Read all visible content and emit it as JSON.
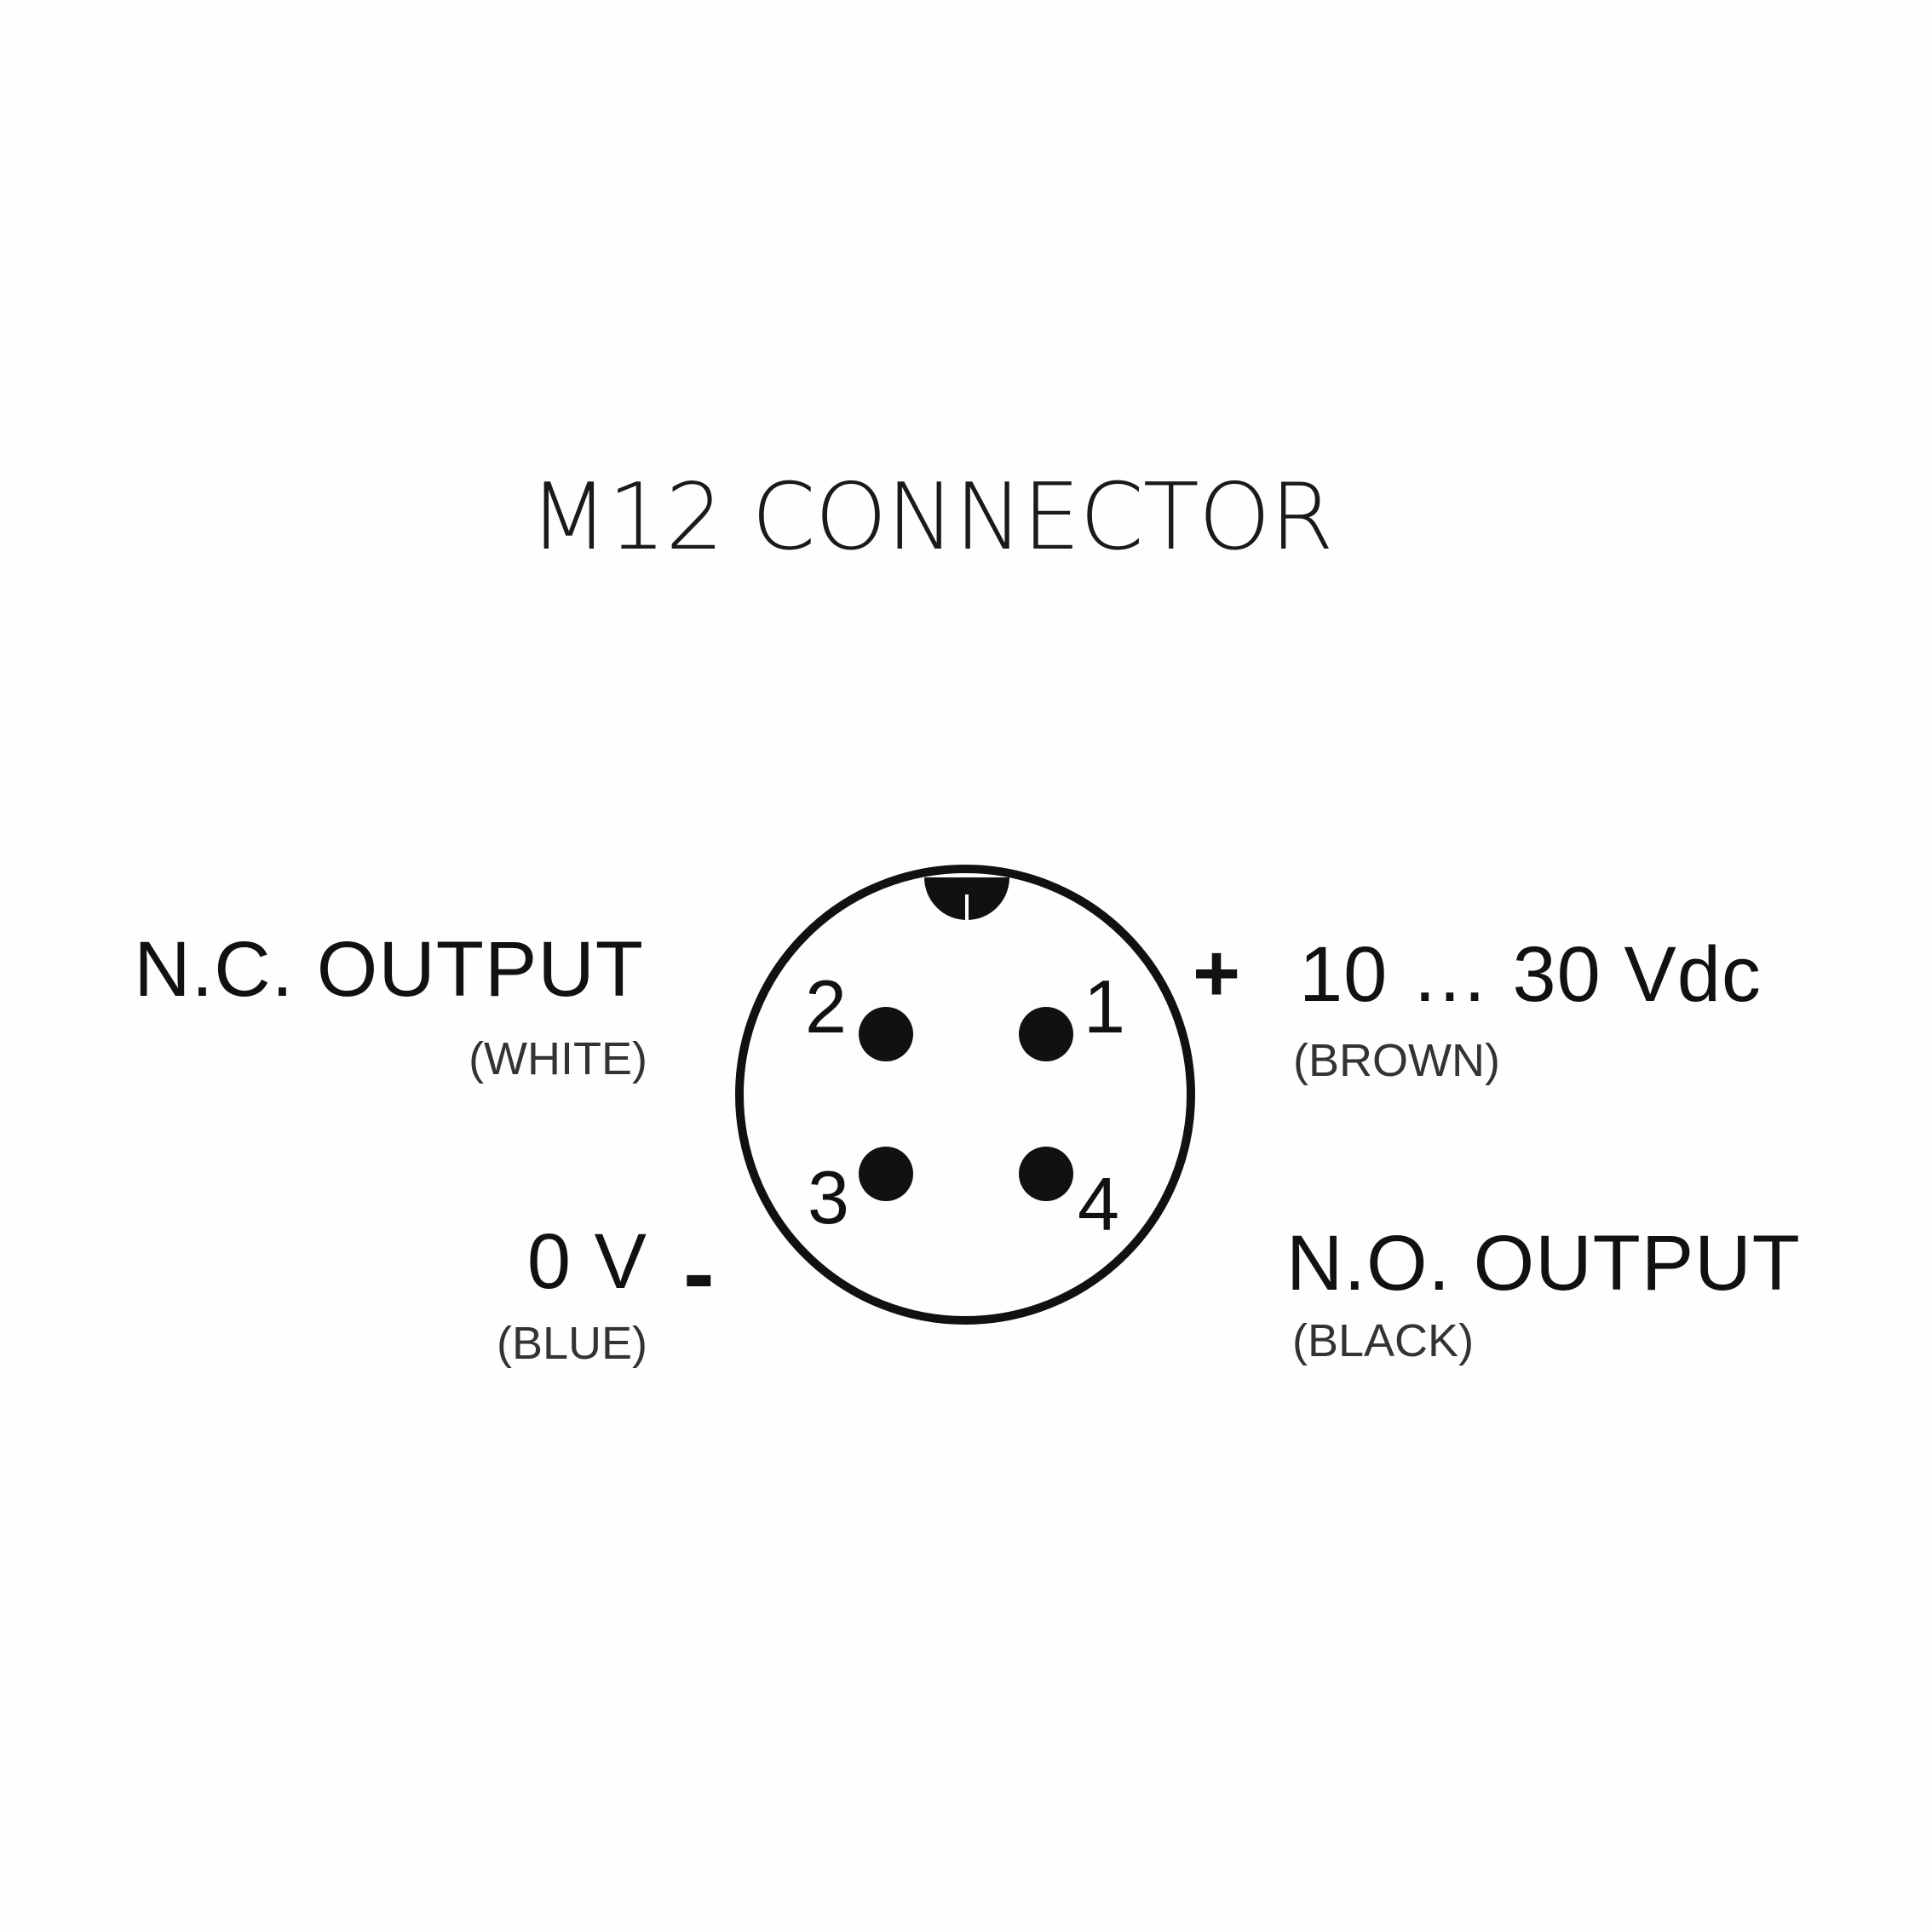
{
  "diagram": {
    "title": "M12 CONNECTOR",
    "pins": [
      {
        "number": "1",
        "signal": "10 … 30 Vdc",
        "wire": "(BROWN)",
        "polarity": "+"
      },
      {
        "number": "2",
        "signal": "N.C. OUTPUT",
        "wire": "(WHITE)"
      },
      {
        "number": "3",
        "signal": "0 V",
        "wire": "(BLUE)",
        "polarity": "-"
      },
      {
        "number": "4",
        "signal": "N.O. OUTPUT",
        "wire": "(BLACK)"
      }
    ],
    "colors": {
      "background": "#fefefe",
      "line": "#111111"
    }
  }
}
